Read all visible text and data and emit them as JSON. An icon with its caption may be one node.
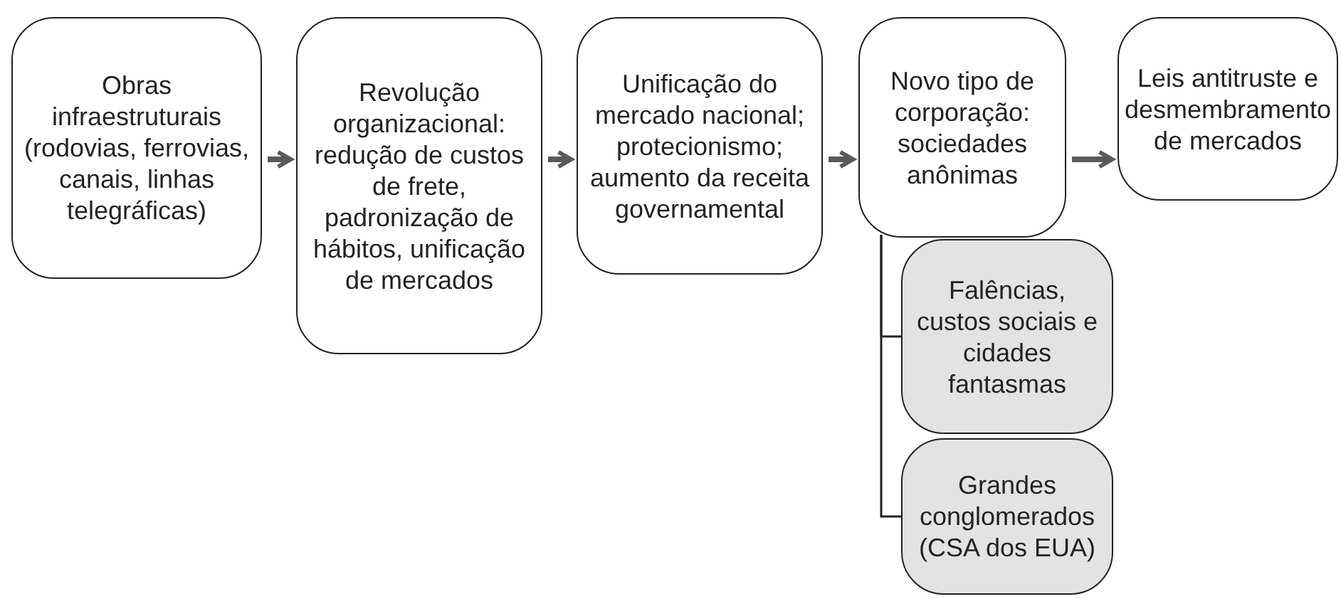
{
  "diagram": {
    "nodes": [
      {
        "text": [
          "Obras infraestruturais (rodovias, ferrovias, canais, linhas telegráficas)"
        ]
      },
      {
        "text": [
          "Revolução organizacional: redução de custos de frete, padronização de hábitos, unificação de mercados"
        ]
      },
      {
        "text": [
          "Unificação do mercado nacional; protecionismo; aumento da receita governamental"
        ]
      },
      {
        "text": [
          "Novo tipo de corporação: sociedades anônimas"
        ]
      },
      {
        "text": [
          "Leis antitruste e desmembramento de mercados"
        ]
      },
      {
        "text": [
          "Falências, custos sociais e cidades fantasmas"
        ]
      },
      {
        "text": [
          "Grandes conglomerados (CSA dos EUA)"
        ]
      }
    ],
    "edges": [
      {
        "from": 0,
        "to": 1,
        "arrow": "to",
        "color": "#595959"
      },
      {
        "from": 1,
        "to": 2,
        "arrow": "to",
        "color": "#595959"
      },
      {
        "from": 2,
        "to": 3,
        "arrow": "to",
        "color": "#595959"
      },
      {
        "from": 3,
        "to": 4,
        "arrow": "to",
        "color": "#595959"
      },
      {
        "from": 3,
        "to": 5,
        "arrow": "none"
      },
      {
        "from": 3,
        "to": 6,
        "arrow": "none"
      }
    ]
  }
}
